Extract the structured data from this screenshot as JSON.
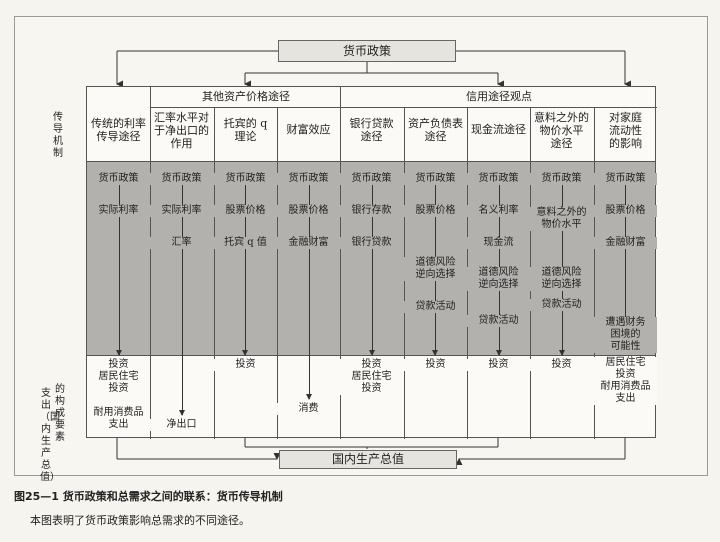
{
  "top_box": "货币政策",
  "bottom_box": "国内生产总值",
  "side_labels": {
    "mechanism": "传导机制",
    "expenditure_line1": "支出（国内生产总值）",
    "expenditure_line2": "的构成要素"
  },
  "group_titles": {
    "other_asset": "其他资产价格途径",
    "credit": "信用途径观点"
  },
  "columns": [
    {
      "header": [
        "传统的利率",
        "传导途径"
      ],
      "chain": [
        "货币政策",
        "实际利率"
      ],
      "outcome": [
        "投资",
        "居民住宅",
        "投资",
        "",
        "耐用消费品",
        "支出"
      ]
    },
    {
      "header": [
        "汇率水平对",
        "于净出口的",
        "作用"
      ],
      "chain": [
        "货币政策",
        "实际利率",
        "汇率"
      ],
      "outcome": [
        "净出口"
      ]
    },
    {
      "header": [
        "托宾的 q",
        "理论"
      ],
      "chain": [
        "货币政策",
        "股票价格",
        "托宾 q 值"
      ],
      "outcome": [
        "投资"
      ]
    },
    {
      "header": [
        "财富效应"
      ],
      "chain": [
        "货币政策",
        "股票价格",
        "金融财富"
      ],
      "outcome": [
        "消费"
      ]
    },
    {
      "header": [
        "银行贷款",
        "途径"
      ],
      "chain": [
        "货币政策",
        "银行存款",
        "银行贷款"
      ],
      "outcome": [
        "投资",
        "居民住宅",
        "投资"
      ]
    },
    {
      "header": [
        "资产负债表",
        "途径"
      ],
      "chain": [
        "货币政策",
        "股票价格",
        "道德风险",
        "逆向选择",
        "贷款活动"
      ],
      "outcome": [
        "投资"
      ]
    },
    {
      "header": [
        "现金流途径"
      ],
      "chain": [
        "货币政策",
        "名义利率",
        "现金流",
        "道德风险",
        "逆向选择",
        "贷款活动"
      ],
      "outcome": [
        "投资"
      ]
    },
    {
      "header": [
        "意料之外的",
        "物价水平",
        "途径"
      ],
      "chain": [
        "货币政策",
        "意料之外的",
        "物价水平",
        "道德风险",
        "逆向选择",
        "贷款活动"
      ],
      "outcome": [
        "投资"
      ]
    },
    {
      "header": [
        "对家庭",
        "流动性",
        "的影响"
      ],
      "chain": [
        "货币政策",
        "股票价格",
        "金融财富",
        "遭遇财务",
        "困境的",
        "可能性"
      ],
      "outcome": [
        "居民住宅",
        "投资",
        "耐用消费品",
        "支出"
      ]
    }
  ],
  "caption": {
    "title": "图25—1   货币政策和总需求之间的联系：货币传导机制",
    "note": "本图表明了货币政策影响总需求的不同途径。"
  }
}
